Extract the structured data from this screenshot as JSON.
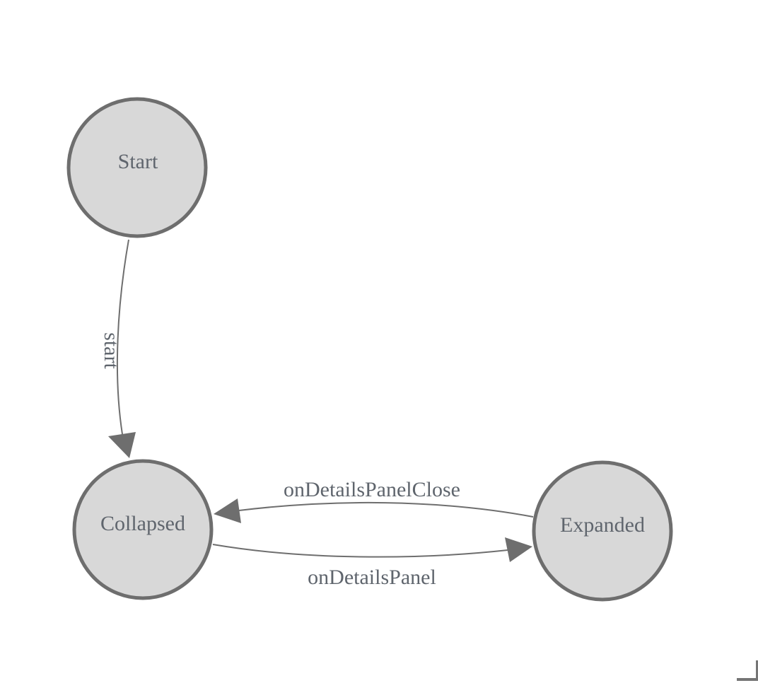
{
  "diagram": {
    "background_color": "#ffffff",
    "node_fill_color": "#d8d8d8",
    "node_stroke_color": "#6e6e6e",
    "edge_color": "#6e6e6e",
    "text_color": "#5f656d",
    "corner_mark_color": "#757575",
    "nodes": [
      {
        "id": "start",
        "label": "Start"
      },
      {
        "id": "collapsed",
        "label": "Collapsed"
      },
      {
        "id": "expanded",
        "label": "Expanded"
      }
    ],
    "edges": [
      {
        "from": "Start",
        "to": "Collapsed",
        "label": "start"
      },
      {
        "from": "Expanded",
        "to": "Collapsed",
        "label": "onDetailsPanelClose"
      },
      {
        "from": "Collapsed",
        "to": "Expanded",
        "label": "onDetailsPanel"
      }
    ]
  }
}
